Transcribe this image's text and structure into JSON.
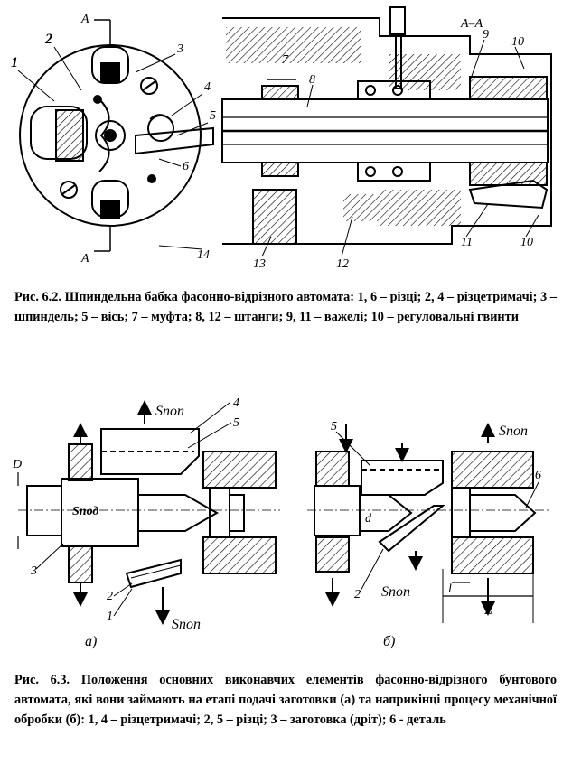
{
  "figure1": {
    "section_mark": "А",
    "section_label": "А–А",
    "labels": {
      "l1": "1",
      "l2": "2",
      "l3": "3",
      "l4": "4",
      "l5": "5",
      "l6": "6",
      "l7": "7",
      "l8": "8",
      "l9": "9",
      "l10a": "10",
      "l10b": "10",
      "l11": "11",
      "l12": "12",
      "l13": "13",
      "l14": "14"
    },
    "caption": "Рис. 6.2. Шпиндельна бабка фасонно-відрізного автомата: 1, 6 – різці; 2, 4 – різцетримачі; 3 – шпиндель; 5 – вісь; 7 – муфта; 8, 12 – штанги; 9, 11 – важелі; 10 – регуловальні гвинти"
  },
  "figure2": {
    "labels": {
      "s_pop_a_top": "Sпоп",
      "s_pop_a_bottom": "Sпоп",
      "s_pod": "Sпод",
      "a1": "1",
      "a2": "2",
      "a3": "3",
      "a4": "4",
      "a5": "5",
      "D": "D",
      "s_pop_b_top": "Sпоп",
      "s_pop_b_bottom": "Sпоп",
      "b2": "2",
      "b5": "5",
      "b6": "6",
      "d": "d",
      "l": "l",
      "L": "L",
      "sub_a": "а)",
      "sub_b": "б)"
    },
    "caption": "Рис. 6.3. Положення основних виконавчих елементів фасонно-відрізного бунтового автомата, які вони займають на етапі подачі заготовки (а) та наприкінці процесу механічної обробки (б): 1, 4 – різцетримачі; 2, 5 – різці; 3 – заготовка (дріт); 6 - деталь"
  }
}
